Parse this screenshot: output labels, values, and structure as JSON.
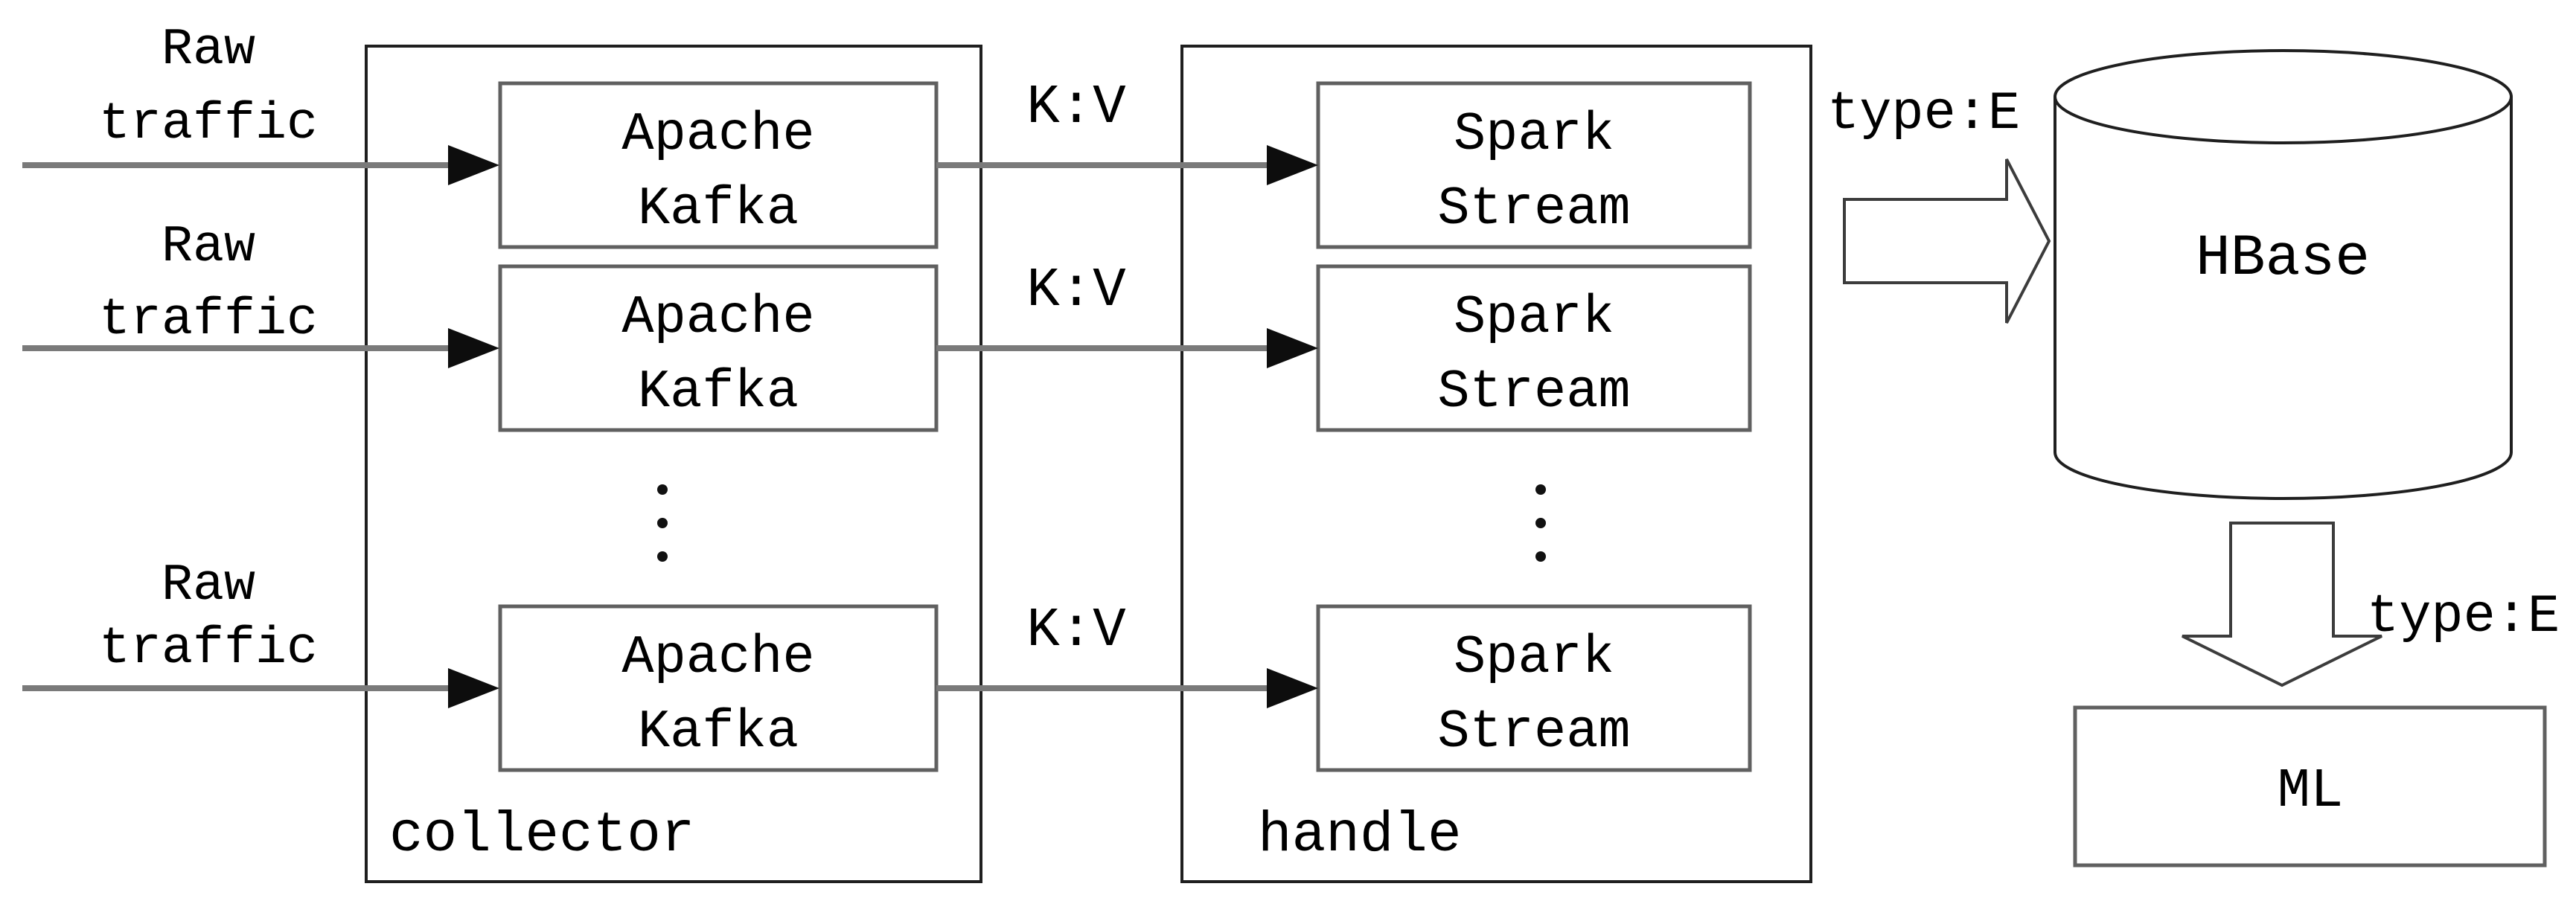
{
  "diagram": {
    "colors": {
      "background": "#ffffff",
      "text": "#000000",
      "container_border": "#1f1f1f",
      "node_border": "#606060",
      "connector": "#7a7a7a",
      "arrowhead": "#0d0d0d",
      "block_arrow_border": "#3c3c3c"
    },
    "sources": [
      {
        "line1": "Raw",
        "line2": "traffic"
      },
      {
        "line1": "Raw",
        "line2": "traffic"
      },
      {
        "line1": "Raw",
        "line2": "traffic"
      }
    ],
    "collector": {
      "label": "collector",
      "nodes": [
        {
          "line1": "Apache",
          "line2": "Kafka"
        },
        {
          "line1": "Apache",
          "line2": "Kafka"
        },
        {
          "line1": "Apache",
          "line2": "Kafka"
        }
      ]
    },
    "handle": {
      "label": "handle",
      "nodes": [
        {
          "line1": "Spark",
          "line2": "Stream"
        },
        {
          "line1": "Spark",
          "line2": "Stream"
        },
        {
          "line1": "Spark",
          "line2": "Stream"
        }
      ]
    },
    "edges": {
      "kv_labels": [
        "K:V",
        "K:V",
        "K:V"
      ],
      "hbase_in_label": "type:E",
      "ml_in_label": "type:E"
    },
    "storage": {
      "label": "HBase"
    },
    "ml": {
      "label": "ML"
    }
  }
}
